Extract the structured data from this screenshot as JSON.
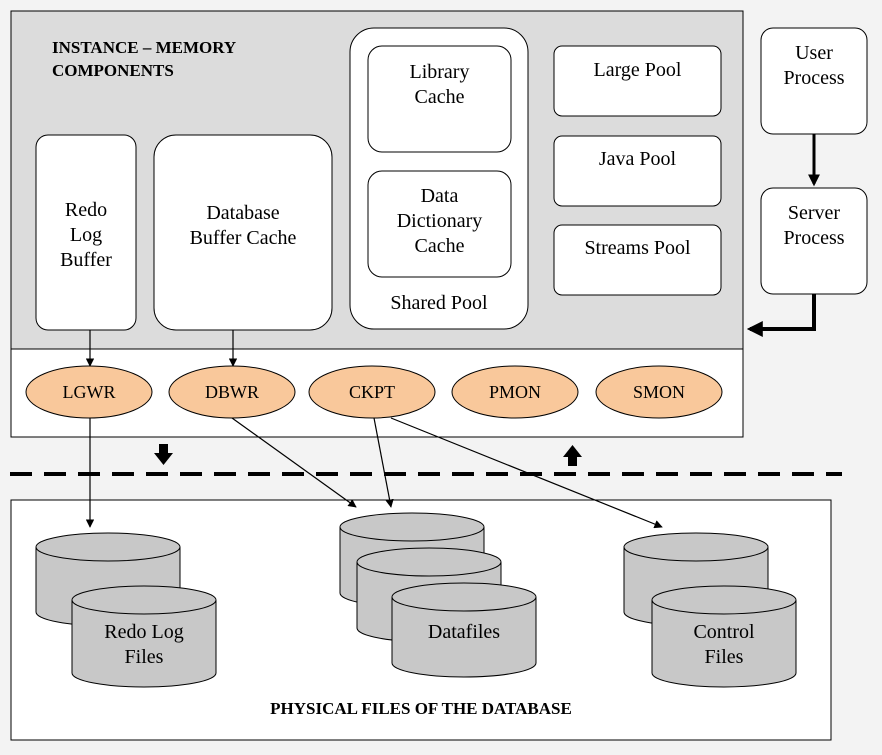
{
  "instance": {
    "title_line1": "INSTANCE – MEMORY",
    "title_line2": "COMPONENTS"
  },
  "memory": {
    "redo_log_buffer": [
      "Redo",
      "Log",
      "Buffer"
    ],
    "db_buffer_cache": [
      "Database",
      "Buffer Cache"
    ],
    "library_cache": [
      "Library",
      "Cache"
    ],
    "data_dictionary_cache": [
      "Data",
      "Dictionary",
      "Cache"
    ],
    "shared_pool": "Shared Pool",
    "large_pool": "Large Pool",
    "java_pool": "Java Pool",
    "streams_pool": "Streams Pool"
  },
  "client": {
    "user_process": [
      "User",
      "Process"
    ],
    "server_process": [
      "Server",
      "Process"
    ]
  },
  "background_processes": [
    "LGWR",
    "DBWR",
    "CKPT",
    "PMON",
    "SMON"
  ],
  "files": {
    "redo_log_files": [
      "Redo Log",
      "Files"
    ],
    "datafiles": "Datafiles",
    "control_files": [
      "Control",
      "Files"
    ],
    "caption": "PHYSICAL FILES OF THE DATABASE"
  },
  "colors": {
    "page_bg": "#f3f3f3",
    "instance_bg": "#dcdcdc",
    "process_fill": "#f9c89b",
    "cylinder_fill": "#c8c8c8"
  }
}
